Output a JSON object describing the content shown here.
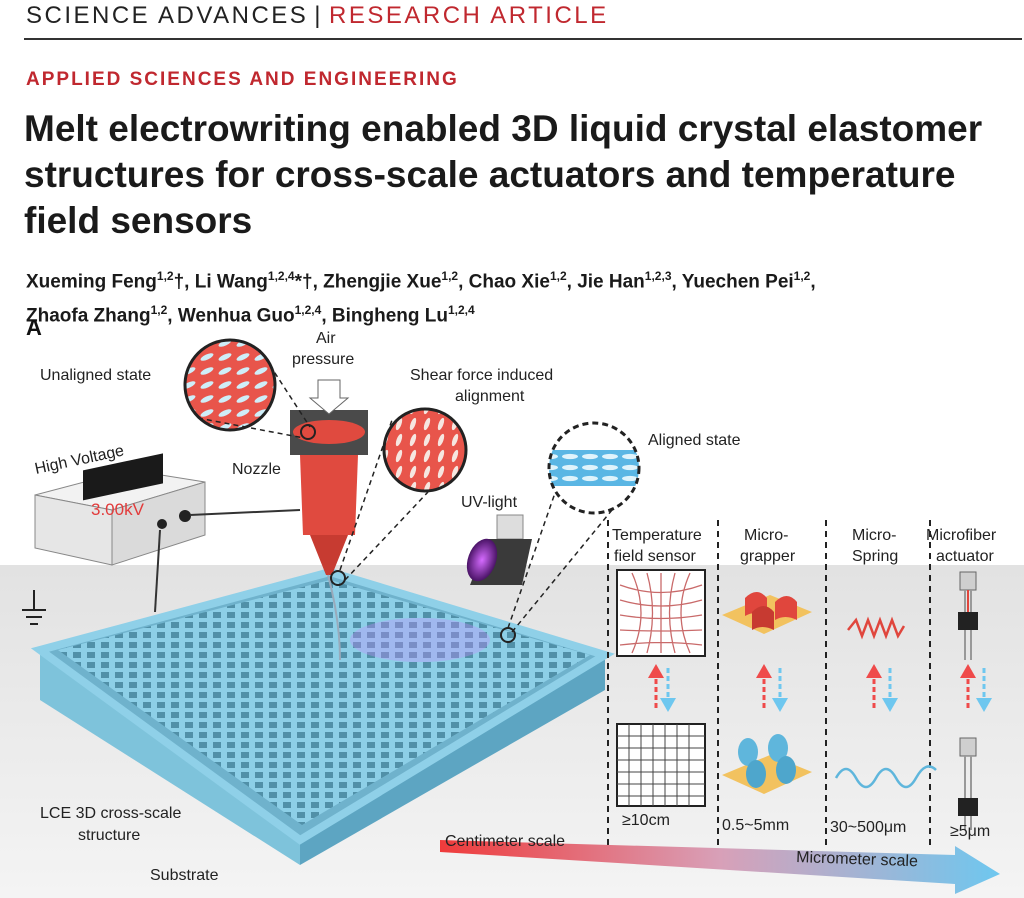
{
  "header": {
    "journal": "SCIENCE ADVANCES",
    "separator": "|",
    "article_type": "RESEARCH ARTICLE"
  },
  "section": "APPLIED SCIENCES AND ENGINEERING",
  "title_lines": [
    "Melt electrowriting enabled 3D liquid crystal elastomer",
    "structures for cross-scale actuators and temperature",
    "field sensors"
  ],
  "authors": [
    {
      "name": "Xueming Feng",
      "aff": "1,2",
      "mark": "†"
    },
    {
      "name": "Li Wang",
      "aff": "1,2,4",
      "mark": "*†"
    },
    {
      "name": "Zhengjie Xue",
      "aff": "1,2",
      "mark": ""
    },
    {
      "name": "Chao Xie",
      "aff": "1,2",
      "mark": ""
    },
    {
      "name": "Jie Han",
      "aff": "1,2,3",
      "mark": ""
    },
    {
      "name": "Yuechen Pei",
      "aff": "1,2",
      "mark": ""
    },
    {
      "name": "Zhaofa Zhang",
      "aff": "1,2",
      "mark": ""
    },
    {
      "name": "Wenhua Guo",
      "aff": "1,2,4",
      "mark": ""
    },
    {
      "name": "Bingheng Lu",
      "aff": "1,2,4",
      "mark": ""
    }
  ],
  "figure": {
    "panel": "A",
    "labels": {
      "unaligned": "Unaligned state",
      "air1": "Air",
      "air2": "pressure",
      "shear1": "Shear force induced",
      "shear2": "alignment",
      "aligned": "Aligned state",
      "high_voltage": "High Voltage",
      "voltage_display": "3.00kV",
      "nozzle": "Nozzle",
      "uv": "UV-light",
      "lce1": "LCE 3D cross-scale",
      "lce2": "structure",
      "substrate": "Substrate",
      "cm_scale": "Centimeter scale",
      "um_scale": "Micrometer scale"
    },
    "columns": [
      {
        "head1": "Temperature",
        "head2": "field sensor",
        "size": "≥10cm"
      },
      {
        "head1": "Micro-",
        "head2": "grapper",
        "size": "0.5~5mm"
      },
      {
        "head1": "Micro-",
        "head2": "Spring",
        "size": "30~500μm"
      },
      {
        "head1": "Microfiber",
        "head2": "actuator",
        "size": "≥5μm"
      }
    ],
    "colors": {
      "lce": "#8fd0e8",
      "nozzle": "#e04a3f",
      "accent_red": "#c0282f"
    }
  }
}
